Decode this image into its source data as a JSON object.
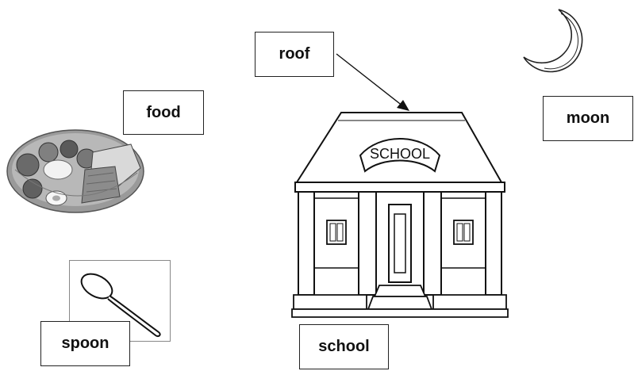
{
  "labels": {
    "roof": "roof",
    "food": "food",
    "moon": "moon",
    "spoon": "spoon",
    "school": "school"
  },
  "sign_text": "SCHOOL",
  "icons": [
    "moon-icon",
    "food-plate-icon",
    "spoon-icon",
    "school-building-icon",
    "arrow-icon"
  ]
}
